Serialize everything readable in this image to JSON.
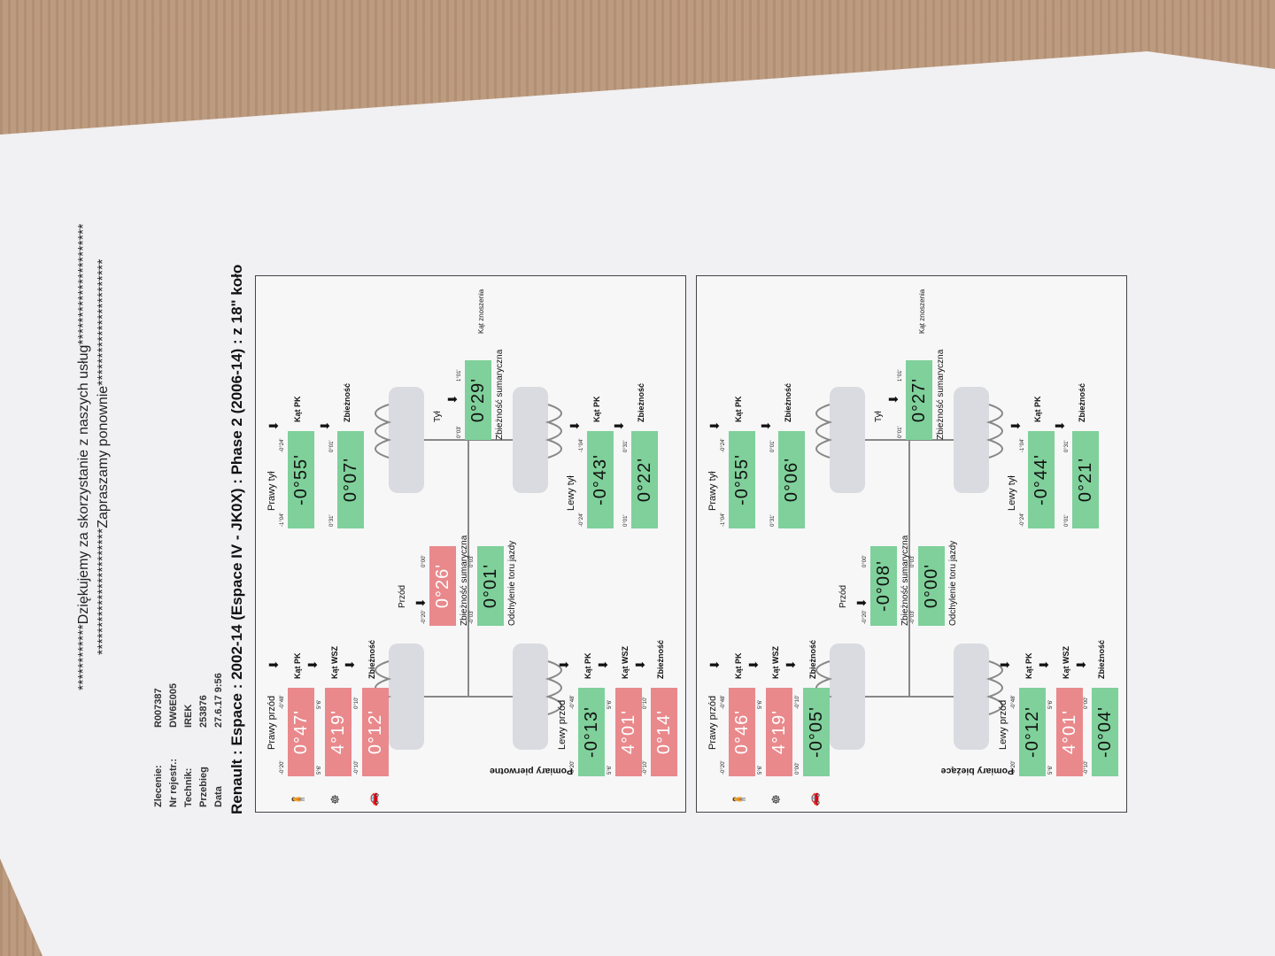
{
  "header": {
    "thanks": "************Dziękujemy za skorzystanie z naszych usług**********************",
    "invite": "***********************Zapraszamy ponownie***********************"
  },
  "info": [
    {
      "label": "Zlecenie:",
      "value": "R007387"
    },
    {
      "label": "Nr rejestr.:",
      "value": "DW6E005"
    },
    {
      "label": "Technik:",
      "value": "IREK"
    },
    {
      "label": "Przebieg",
      "value": "253876"
    },
    {
      "label": "Data",
      "value": "27.6.17 9:56"
    }
  ],
  "vehicle": "Renault : Espace : 2002-14 (Espace IV - JK0X) : Phase 2 (2006-14) : z 18\" koło",
  "labels": {
    "kat_pk": "Kąt PK",
    "kat_wsz": "Kąt WSZ",
    "zbieznosc": "Zbieżność",
    "przod": "Przód",
    "tyl": "Tył",
    "zbieznosc_sum": "Zbieżność sumaryczna",
    "odchylenie": "Odchylenie toru jazdy",
    "kat_znoszenia": "Kąt znoszenia",
    "lewy_przod": "Lewy przód",
    "prawy_przod": "Prawy przód",
    "lewy_tyl": "Lewy tył",
    "prawy_tyl": "Prawy tył"
  },
  "panels": [
    {
      "title": "Pomiary pierwotne",
      "left_front": {
        "pk": "-0°13'",
        "pk_min": "-0°20'",
        "pk_max": "-0°48'",
        "wsz": "4°01'",
        "wsz_min": "5°6'",
        "wsz_max": "5°6'",
        "toe": "0°14'",
        "toe_min": "-0°10'",
        "toe_max": "0°10'"
      },
      "right_front": {
        "pk": "0°47'",
        "pk_min": "-0°20'",
        "pk_max": "-0°48'",
        "wsz": "4°19'",
        "wsz_min": "5°6'",
        "wsz_max": "5°6'",
        "toe": "0°12'",
        "toe_min": "-0°10'",
        "toe_max": "0°10'"
      },
      "front_total": {
        "value": "0°26'",
        "min": "-0°20'",
        "max": "0°00'"
      },
      "thrust": {
        "value": "0°01'",
        "min": "-0°03'",
        "max": "0°03'"
      },
      "left_rear": {
        "pk": "-0°43'",
        "pk_min": "-0°24'",
        "pk_max": "-1°04'",
        "toe": "0°22'",
        "toe_min": "0°01'",
        "toe_max": "0°31'"
      },
      "right_rear": {
        "pk": "-0°55'",
        "pk_min": "-1°04'",
        "pk_max": "-0°24'",
        "toe": "0°07'",
        "toe_min": "0°31'",
        "toe_max": "0°01'"
      },
      "rear_total": {
        "value": "0°29'",
        "min": "0°03'",
        "max": "1°01'"
      }
    },
    {
      "title": "Pomiary bieżące",
      "left_front": {
        "pk": "-0°12'",
        "pk_min": "-0°20'",
        "pk_max": "-0°48'",
        "wsz": "4°01'",
        "wsz_min": "5°6'",
        "wsz_max": "5°6'",
        "toe": "-0°04'",
        "toe_min": "-0°10'",
        "toe_max": "0°00'"
      },
      "right_front": {
        "pk": "0°46'",
        "pk_min": "-0°20'",
        "pk_max": "-0°48'",
        "wsz": "4°19'",
        "wsz_min": "5°6'",
        "wsz_max": "5°6'",
        "toe": "-0°05'",
        "toe_min": "0°00'",
        "toe_max": "-0°10'"
      },
      "front_total": {
        "value": "-0°08'",
        "min": "-0°20'",
        "max": "0°00'"
      },
      "thrust": {
        "value": "0°00'",
        "min": "-0°03'",
        "max": "0°03'"
      },
      "left_rear": {
        "pk": "-0°44'",
        "pk_min": "-0°24'",
        "pk_max": "-1°04'",
        "toe": "0°21'",
        "toe_min": "0°01'",
        "toe_max": "0°31'"
      },
      "right_rear": {
        "pk": "-0°55'",
        "pk_min": "-1°04'",
        "pk_max": "-0°24'",
        "toe": "0°06'",
        "toe_min": "0°31'",
        "toe_max": "0°01'"
      },
      "rear_total": {
        "value": "0°27'",
        "min": "0°01'",
        "max": "1°01'"
      }
    }
  ],
  "colors": {
    "in_spec": "#7fd09a",
    "out_of_spec": "#e9898c"
  },
  "icons": [
    "person-icon",
    "steering-wheel-icon",
    "car-front-icon"
  ]
}
